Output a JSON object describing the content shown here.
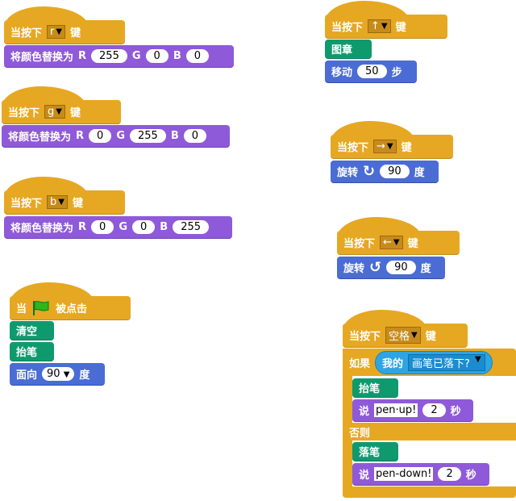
{
  "when_key": "当按下",
  "key_suffix": "键",
  "set_color": "将颜色替换为",
  "R": "R",
  "G": "G",
  "B": "B",
  "scripts": [
    {
      "key": "r",
      "r": "255",
      "g": "0",
      "b": "0"
    },
    {
      "key": "g",
      "r": "0",
      "g": "255",
      "b": "0"
    },
    {
      "key": "b",
      "r": "0",
      "g": "0",
      "b": "255"
    }
  ],
  "flag_script": {
    "when": "当",
    "clicked": "被点击",
    "clear": "清空",
    "pen_up": "抬笔",
    "point": "面向",
    "point_value": "90",
    "degree": "度"
  },
  "up_script": {
    "key": "↑",
    "stamp": "图章",
    "move": "移动",
    "steps": "50",
    "steps_label": "步"
  },
  "right_script": {
    "key": "→",
    "turn": "旋转",
    "value": "90",
    "degree": "度"
  },
  "left_script": {
    "key": "←",
    "turn": "旋转",
    "value": "90",
    "degree": "度"
  },
  "space_script": {
    "key": "空格",
    "if": "如果",
    "my": "我的",
    "attr": "画笔已落下?",
    "pen_up": "抬笔",
    "say": "说",
    "msg1": "pen·up!",
    "secs1": "2",
    "sec": "秒",
    "else": "否则",
    "pen_down": "落笔",
    "msg2": "pen-down!",
    "secs2": "2"
  },
  "colors": {
    "events": "#e6a822",
    "looks": "#8f5ad9",
    "pen": "#0f9a6e",
    "motion": "#4a6cd4",
    "sensing": "#2ca5e2"
  }
}
